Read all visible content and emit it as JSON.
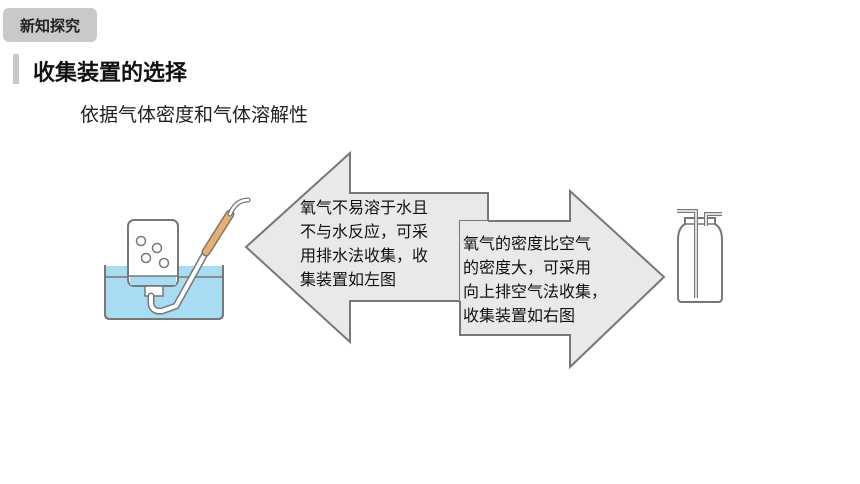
{
  "header": {
    "badge": "新知探究"
  },
  "section": {
    "title": "收集装置的选择",
    "subtitle": "依据气体密度和气体溶解性"
  },
  "left_arrow": {
    "lines": [
      "氧气不易溶于水且",
      "不与水反应，可采",
      "用排水法收集，收",
      "集装置如左图"
    ]
  },
  "right_arrow": {
    "lines": [
      "氧气的密度比空气",
      "的密度大，可采用",
      "向上排空气法收集，",
      "收集装置如右图"
    ]
  },
  "colors": {
    "water": "#a8dcf2",
    "outline": "#777777",
    "tube": "#e7b06c",
    "arrow_fill": "#e9e9e9"
  }
}
